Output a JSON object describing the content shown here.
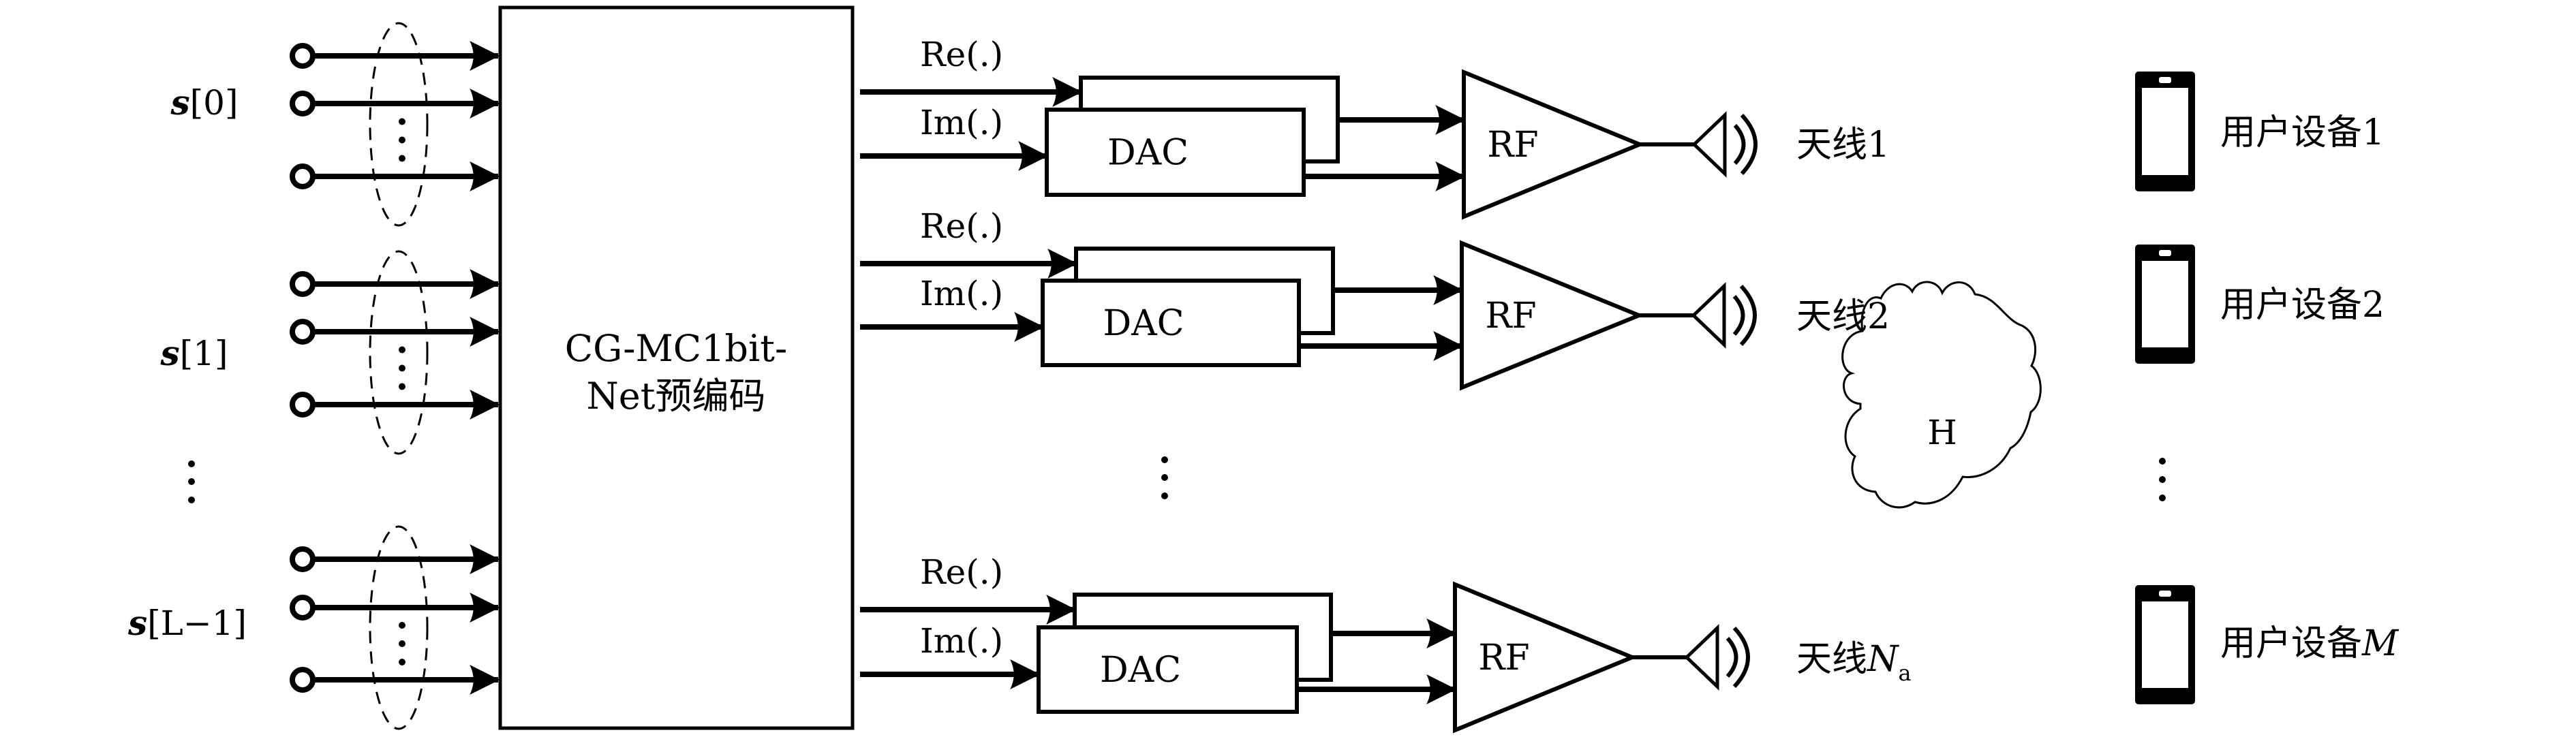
{
  "inputs": {
    "labels": [
      "s[0]",
      "s[1]",
      "s[L−1]"
    ],
    "label_symbol": "s",
    "indices": [
      "[0]",
      "[1]",
      "[L−1]"
    ],
    "ellipsis": "⋮"
  },
  "precoder": {
    "line1": "CG-MC1bit-",
    "line2": "Net预编码"
  },
  "branches": [
    {
      "re_label": "Re(.)",
      "im_label": "Im(.)",
      "dac_label": "DAC",
      "rf_label": "RF",
      "antenna_label": "天线1"
    },
    {
      "re_label": "Re(.)",
      "im_label": "Im(.)",
      "dac_label": "DAC",
      "rf_label": "RF",
      "antenna_label": "天线2"
    },
    {
      "re_label": "Re(.)",
      "im_label": "Im(.)",
      "dac_label": "DAC",
      "rf_label": "RF",
      "antenna_label": "天线",
      "antenna_symbol": "N",
      "antenna_subscript": "a"
    }
  ],
  "channel": {
    "label": "H"
  },
  "users": [
    {
      "label": "用户设备1"
    },
    {
      "label": "用户设备2"
    },
    {
      "label": "用户设备",
      "symbol": "M"
    }
  ],
  "ellipsis": "⋮"
}
